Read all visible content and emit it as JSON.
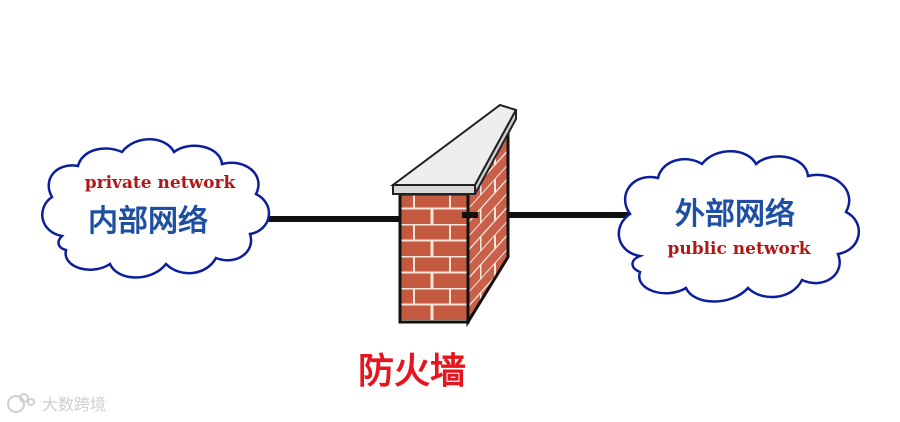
{
  "diagram": {
    "private_cloud": {
      "english_label": "private network",
      "chinese_label": "内部网络"
    },
    "public_cloud": {
      "chinese_label": "外部网络",
      "english_label": "public network"
    },
    "firewall": {
      "caption": "防火墙"
    }
  },
  "watermark": {
    "text": "大数跨境"
  },
  "colors": {
    "english_text": "#b01818",
    "chinese_text": "#1f4fa3",
    "caption_text": "#e8141e",
    "cloud_outline": "#0b1f9a",
    "connector": "#111111",
    "brick": "#c45a40",
    "brick_dark": "#a6452f",
    "mortar": "#f4e6dc",
    "wall_cap": "#e6e6e6",
    "watermark": "#cfcfcf"
  }
}
